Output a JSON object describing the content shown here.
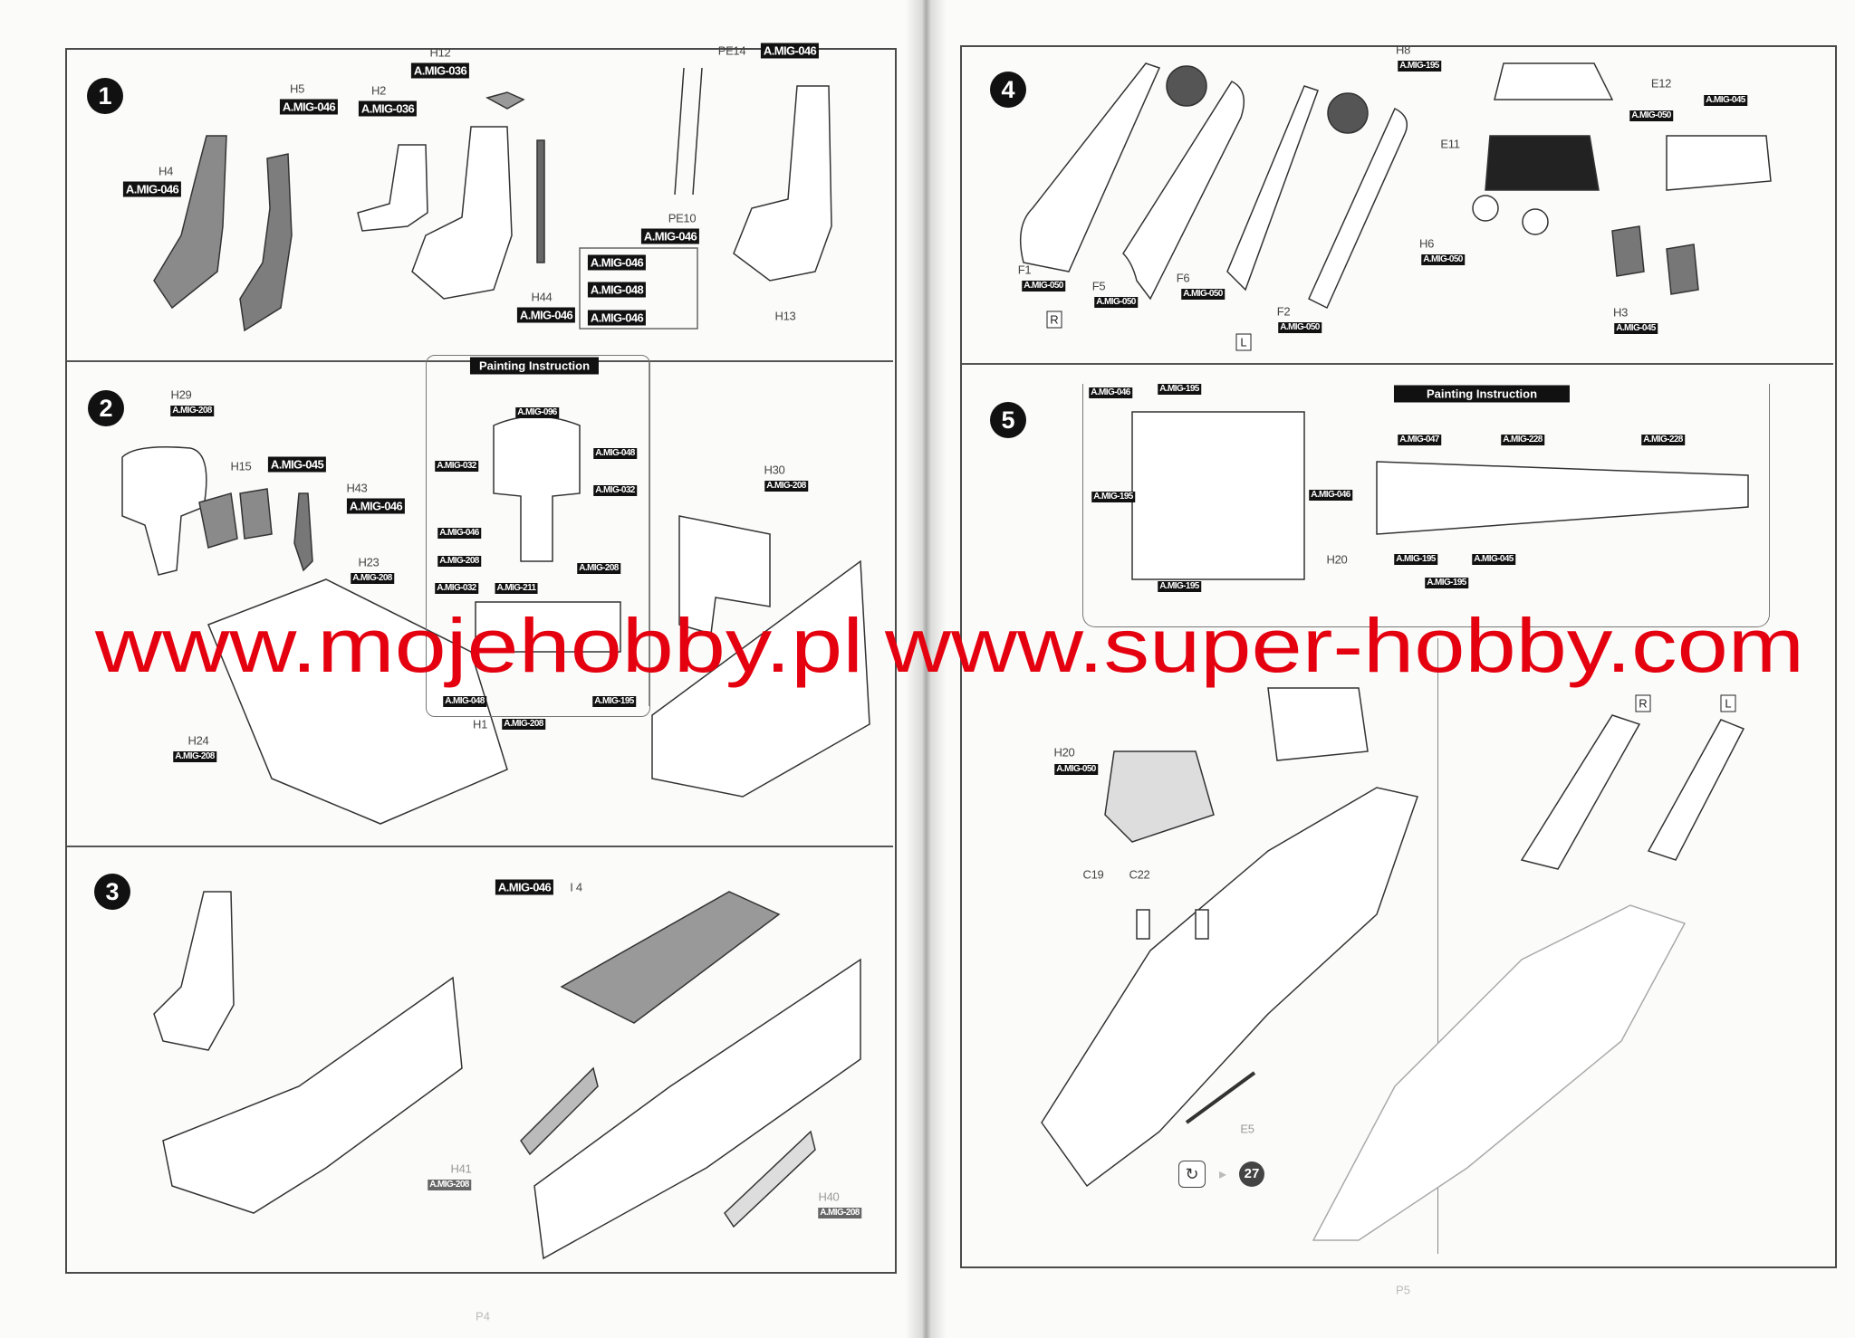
{
  "pages": [
    {
      "page_number": "P4"
    },
    {
      "page_number": "P5"
    }
  ],
  "watermarks": [
    "www.mojehobby.pl",
    "www.super-hobby.com"
  ],
  "painting_heading": "Painting Instruction",
  "step1": {
    "number": "1",
    "callouts": [
      {
        "part": "H12",
        "paint": "A.MIG-036"
      },
      {
        "part": "H5",
        "paint": "A.MIG-046"
      },
      {
        "part": "H2",
        "paint": "A.MIG-036"
      },
      {
        "part": "H4",
        "paint": "A.MIG-046"
      },
      {
        "part": "PE14",
        "paint": "A.MIG-046"
      },
      {
        "part": "PE10",
        "paint": "A.MIG-046"
      },
      {
        "part": "H44",
        "paint": "A.MIG-046"
      },
      {
        "part": "H13"
      }
    ],
    "detail_box_paints": [
      "A.MIG-046",
      "A.MIG-048",
      "A.MIG-046"
    ]
  },
  "step2": {
    "number": "2",
    "callouts": [
      {
        "part": "H29",
        "paint": "A.MIG-208"
      },
      {
        "part": "H15",
        "paint": "A.MIG-045"
      },
      {
        "part": "H43",
        "paint": "A.MIG-046"
      },
      {
        "part": "H23",
        "paint": "A.MIG-208"
      },
      {
        "part": "H24",
        "paint": "A.MIG-208"
      },
      {
        "part": "H1",
        "paint": "A.MIG-208"
      },
      {
        "part": "H30",
        "paint": "A.MIG-208"
      }
    ],
    "painting_paints": [
      "A.MIG-096",
      "A.MIG-032",
      "A.MIG-048",
      "A.MIG-032",
      "A.MIG-046",
      "A.MIG-208",
      "A.MIG-208",
      "A.MIG-032",
      "A.MIG-211",
      "A.MIG-048",
      "A.MIG-195"
    ]
  },
  "step3": {
    "number": "3",
    "callouts": [
      {
        "part": "I 4",
        "paint": "A.MIG-046"
      },
      {
        "part": "H41",
        "paint": "A.MIG-208"
      },
      {
        "part": "H40",
        "paint": "A.MIG-208"
      }
    ]
  },
  "step4": {
    "number": "4",
    "callouts": [
      {
        "part": "H8",
        "paint": "A.MIG-195"
      },
      {
        "part": "E12"
      },
      {
        "part": "E11"
      },
      {
        "part": "H6",
        "paint": "A.MIG-050"
      },
      {
        "part": "F1",
        "paint": "A.MIG-050"
      },
      {
        "part": "F5",
        "paint": "A.MIG-050"
      },
      {
        "part": "F6",
        "paint": "A.MIG-050"
      },
      {
        "part": "F2",
        "paint": "A.MIG-050"
      },
      {
        "part": "H3",
        "paint": "A.MIG-045"
      }
    ],
    "extra_paints": [
      "A.MIG-050",
      "A.MIG-045"
    ],
    "sides": [
      "R",
      "L"
    ]
  },
  "step5": {
    "number": "5",
    "painting_left_paints": [
      "A.MIG-046",
      "A.MIG-195",
      "A.MIG-195",
      "A.MIG-046",
      "A.MIG-195"
    ],
    "painting_left_part": "H20",
    "painting_right_paints": [
      "A.MIG-047",
      "A.MIG-228",
      "A.MIG-228",
      "A.MIG-195",
      "A.MIG-045",
      "A.MIG-195"
    ],
    "callouts": [
      {
        "part": "H20",
        "paint": "A.MIG-050"
      },
      {
        "part": "C19"
      },
      {
        "part": "C22"
      },
      {
        "part": "E5"
      }
    ],
    "sides": [
      "R",
      "L"
    ],
    "next_step_ref": "27"
  }
}
